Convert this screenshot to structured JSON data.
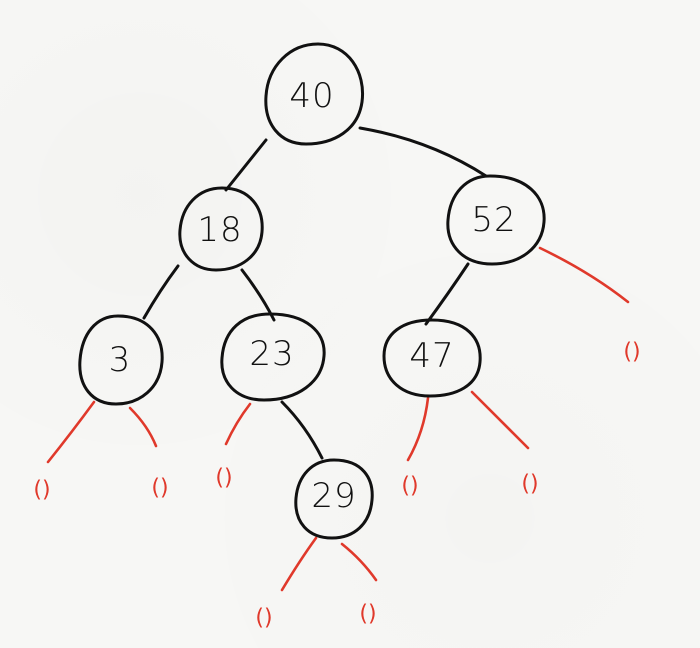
{
  "tree": {
    "nodes": [
      {
        "id": "n40",
        "label": "40"
      },
      {
        "id": "n18",
        "label": "18"
      },
      {
        "id": "n52",
        "label": "52"
      },
      {
        "id": "n3",
        "label": "3"
      },
      {
        "id": "n23",
        "label": "23"
      },
      {
        "id": "n47",
        "label": "47"
      },
      {
        "id": "n29",
        "label": "29"
      }
    ],
    "null_marker": "()",
    "colors": {
      "node_ink": "#111111",
      "null_ink": "#e0392b",
      "paper": "#f7f7f5"
    }
  }
}
